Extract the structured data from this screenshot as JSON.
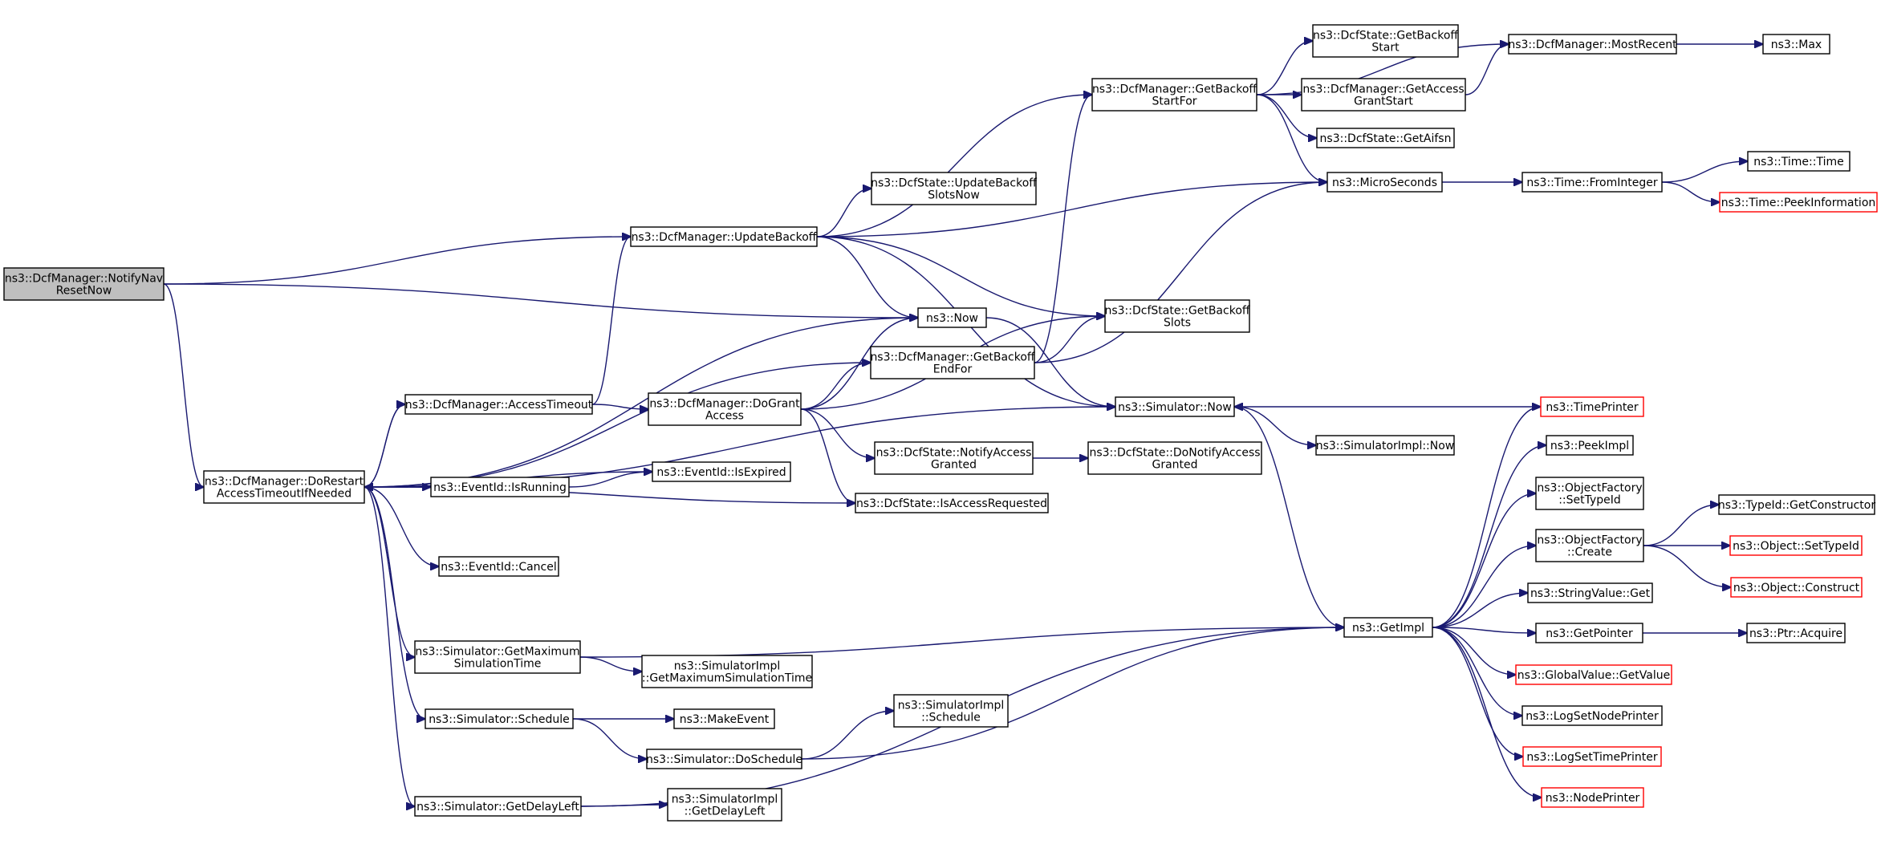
{
  "colors": {
    "edge": "#191970",
    "root_fill": "#bfbfbf",
    "truncated_border": "#ff0000",
    "node_border": "#000000"
  },
  "nodes": {
    "root": {
      "lines": [
        "ns3::DcfManager::NotifyNav",
        "ResetNow"
      ]
    },
    "drat": {
      "lines": [
        "ns3::DcfManager::DoRestart",
        "AccessTimeoutIfNeeded"
      ]
    },
    "ub": {
      "lines": [
        "ns3::DcfManager::UpdateBackoff"
      ]
    },
    "now": {
      "lines": [
        "ns3::Now"
      ]
    },
    "at": {
      "lines": [
        "ns3::DcfManager::AccessTimeout"
      ]
    },
    "dga": {
      "lines": [
        "ns3::DcfManager::DoGrant",
        "Access"
      ]
    },
    "gbef": {
      "lines": [
        "ns3::DcfManager::GetBackoff",
        "EndFor"
      ]
    },
    "gbsf": {
      "lines": [
        "ns3::DcfManager::GetBackoff",
        "StartFor"
      ]
    },
    "ubsn": {
      "lines": [
        "ns3::DcfState::UpdateBackoff",
        "SlotsNow"
      ]
    },
    "gbs": {
      "lines": [
        "ns3::DcfState::GetBackoff",
        "Slots"
      ]
    },
    "gbst": {
      "lines": [
        "ns3::DcfState::GetBackoff",
        "Start"
      ]
    },
    "gags": {
      "lines": [
        "ns3::DcfManager::GetAccess",
        "GrantStart"
      ]
    },
    "gaifsn": {
      "lines": [
        "ns3::DcfState::GetAifsn"
      ]
    },
    "mr": {
      "lines": [
        "ns3::DcfManager::MostRecent"
      ]
    },
    "max": {
      "lines": [
        "ns3::Max"
      ]
    },
    "us": {
      "lines": [
        "ns3::MicroSeconds"
      ]
    },
    "tfi": {
      "lines": [
        "ns3::Time::FromInteger"
      ]
    },
    "tt": {
      "lines": [
        "ns3::Time::Time"
      ]
    },
    "tpi": {
      "lines": [
        "ns3::Time::PeekInformation"
      ]
    },
    "snow": {
      "lines": [
        "ns3::Simulator::Now"
      ]
    },
    "sinow": {
      "lines": [
        "ns3::SimulatorImpl::Now"
      ]
    },
    "tp": {
      "lines": [
        "ns3::TimePrinter"
      ]
    },
    "nag": {
      "lines": [
        "ns3::DcfState::NotifyAccess",
        "Granted"
      ]
    },
    "dnag": {
      "lines": [
        "ns3::DcfState::DoNotifyAccess",
        "Granted"
      ]
    },
    "iar": {
      "lines": [
        "ns3::DcfState::IsAccessRequested"
      ]
    },
    "eir": {
      "lines": [
        "ns3::EventId::IsRunning"
      ]
    },
    "eie": {
      "lines": [
        "ns3::EventId::IsExpired"
      ]
    },
    "ec": {
      "lines": [
        "ns3::EventId::Cancel"
      ]
    },
    "sgmst": {
      "lines": [
        "ns3::Simulator::GetMaximum",
        "SimulationTime"
      ]
    },
    "sigmst": {
      "lines": [
        "ns3::SimulatorImpl",
        "::GetMaximumSimulationTime"
      ]
    },
    "ssch": {
      "lines": [
        "ns3::Simulator::Schedule"
      ]
    },
    "me": {
      "lines": [
        "ns3::MakeEvent"
      ]
    },
    "sds": {
      "lines": [
        "ns3::Simulator::DoSchedule"
      ]
    },
    "sisch": {
      "lines": [
        "ns3::SimulatorImpl",
        "::Schedule"
      ]
    },
    "sgdl": {
      "lines": [
        "ns3::Simulator::GetDelayLeft"
      ]
    },
    "sigdl": {
      "lines": [
        "ns3::SimulatorImpl",
        "::GetDelayLeft"
      ]
    },
    "gi": {
      "lines": [
        "ns3::GetImpl"
      ]
    },
    "pi": {
      "lines": [
        "ns3::PeekImpl"
      ]
    },
    "ofst": {
      "lines": [
        "ns3::ObjectFactory",
        "::SetTypeId"
      ]
    },
    "ofc": {
      "lines": [
        "ns3::ObjectFactory",
        "::Create"
      ]
    },
    "tgc": {
      "lines": [
        "ns3::TypeId::GetConstructor"
      ]
    },
    "ost": {
      "lines": [
        "ns3::Object::SetTypeId"
      ]
    },
    "oc": {
      "lines": [
        "ns3::Object::Construct"
      ]
    },
    "svg": {
      "lines": [
        "ns3::StringValue::Get"
      ]
    },
    "gp": {
      "lines": [
        "ns3::GetPointer"
      ]
    },
    "pa": {
      "lines": [
        "ns3::Ptr::Acquire"
      ]
    },
    "gvgv": {
      "lines": [
        "ns3::GlobalValue::GetValue"
      ]
    },
    "lsnp": {
      "lines": [
        "ns3::LogSetNodePrinter"
      ]
    },
    "lstp": {
      "lines": [
        "ns3::LogSetTimePrinter"
      ]
    },
    "np": {
      "lines": [
        "ns3::NodePrinter"
      ]
    }
  },
  "edges": [
    [
      "root",
      "ub"
    ],
    [
      "root",
      "now"
    ],
    [
      "root",
      "drat"
    ],
    [
      "ub",
      "gbsf"
    ],
    [
      "ub",
      "us"
    ],
    [
      "ub",
      "ubsn"
    ],
    [
      "ub",
      "gbs"
    ],
    [
      "ub",
      "now"
    ],
    [
      "ub",
      "snow"
    ],
    [
      "gbsf",
      "mr"
    ],
    [
      "gbsf",
      "gbst"
    ],
    [
      "gbsf",
      "gags"
    ],
    [
      "gbsf",
      "gaifsn"
    ],
    [
      "gbsf",
      "us"
    ],
    [
      "gags",
      "mr"
    ],
    [
      "mr",
      "max"
    ],
    [
      "us",
      "tfi"
    ],
    [
      "tfi",
      "tt"
    ],
    [
      "tfi",
      "tpi"
    ],
    [
      "now",
      "snow"
    ],
    [
      "drat",
      "now"
    ],
    [
      "drat",
      "gbef"
    ],
    [
      "drat",
      "at"
    ],
    [
      "drat",
      "eie"
    ],
    [
      "drat",
      "eir"
    ],
    [
      "drat",
      "snow"
    ],
    [
      "drat",
      "iar"
    ],
    [
      "drat",
      "ec"
    ],
    [
      "drat",
      "sgmst"
    ],
    [
      "drat",
      "ssch"
    ],
    [
      "drat",
      "sgdl"
    ],
    [
      "at",
      "ub"
    ],
    [
      "at",
      "drat"
    ],
    [
      "at",
      "dga"
    ],
    [
      "dga",
      "now"
    ],
    [
      "dga",
      "gbef"
    ],
    [
      "dga",
      "gbs"
    ],
    [
      "dga",
      "nag"
    ],
    [
      "dga",
      "iar"
    ],
    [
      "gbef",
      "gbsf"
    ],
    [
      "gbef",
      "gbs"
    ],
    [
      "gbef",
      "us"
    ],
    [
      "nag",
      "dnag"
    ],
    [
      "eir",
      "eie"
    ],
    [
      "snow",
      "sinow"
    ],
    [
      "snow",
      "gi"
    ],
    [
      "tp",
      "snow"
    ],
    [
      "sgmst",
      "gi"
    ],
    [
      "sgmst",
      "sigmst"
    ],
    [
      "ssch",
      "me"
    ],
    [
      "ssch",
      "sds"
    ],
    [
      "sds",
      "sisch"
    ],
    [
      "sds",
      "gi"
    ],
    [
      "sgdl",
      "sigdl"
    ],
    [
      "sgdl",
      "gi"
    ],
    [
      "gi",
      "tp"
    ],
    [
      "gi",
      "pi"
    ],
    [
      "gi",
      "ofst"
    ],
    [
      "gi",
      "ofc"
    ],
    [
      "gi",
      "svg"
    ],
    [
      "gi",
      "gp"
    ],
    [
      "gi",
      "gvgv"
    ],
    [
      "gi",
      "lsnp"
    ],
    [
      "gi",
      "lstp"
    ],
    [
      "gi",
      "np"
    ],
    [
      "ofc",
      "tgc"
    ],
    [
      "ofc",
      "ost"
    ],
    [
      "ofc",
      "oc"
    ],
    [
      "gp",
      "pa"
    ]
  ]
}
